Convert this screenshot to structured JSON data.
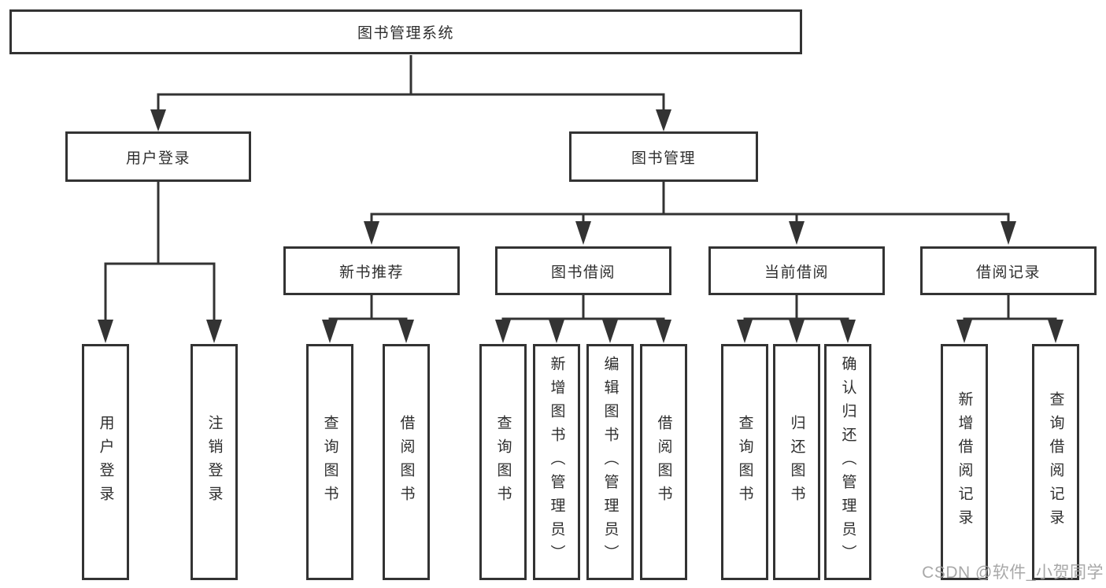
{
  "colors": {
    "line": "#333333",
    "box_border": "#333333",
    "box_fill": "#ffffff",
    "text": "#2e2e2e",
    "watermark": "#9e9e9e"
  },
  "diagram": {
    "type": "tree",
    "root": {
      "label": "图书管理系统"
    },
    "l2": [
      {
        "label": "用户登录"
      },
      {
        "label": "图书管理"
      }
    ],
    "l3": [
      {
        "label": "新书推荐",
        "parent": "图书管理"
      },
      {
        "label": "图书借阅",
        "parent": "图书管理"
      },
      {
        "label": "当前借阅",
        "parent": "图书管理"
      },
      {
        "label": "借阅记录",
        "parent": "图书管理"
      }
    ],
    "leaves": [
      {
        "label": "用户登录",
        "parent": "用户登录"
      },
      {
        "label": "注销登录",
        "parent": "用户登录"
      },
      {
        "label": "查询图书",
        "parent": "新书推荐"
      },
      {
        "label": "借阅图书",
        "parent": "新书推荐"
      },
      {
        "label": "查询图书",
        "parent": "图书借阅"
      },
      {
        "label": "新增图书（管理员）",
        "parent": "图书借阅"
      },
      {
        "label": "编辑图书（管理员）",
        "parent": "图书借阅"
      },
      {
        "label": "借阅图书",
        "parent": "图书借阅"
      },
      {
        "label": "查询图书",
        "parent": "当前借阅"
      },
      {
        "label": "归还图书",
        "parent": "当前借阅"
      },
      {
        "label": "确认归还（管理员）",
        "parent": "当前借阅"
      },
      {
        "label": "新增借阅记录",
        "parent": "借阅记录"
      },
      {
        "label": "查询借阅记录",
        "parent": "借阅记录"
      }
    ]
  },
  "watermark": {
    "text": "CSDN @软件_小贺同学"
  }
}
